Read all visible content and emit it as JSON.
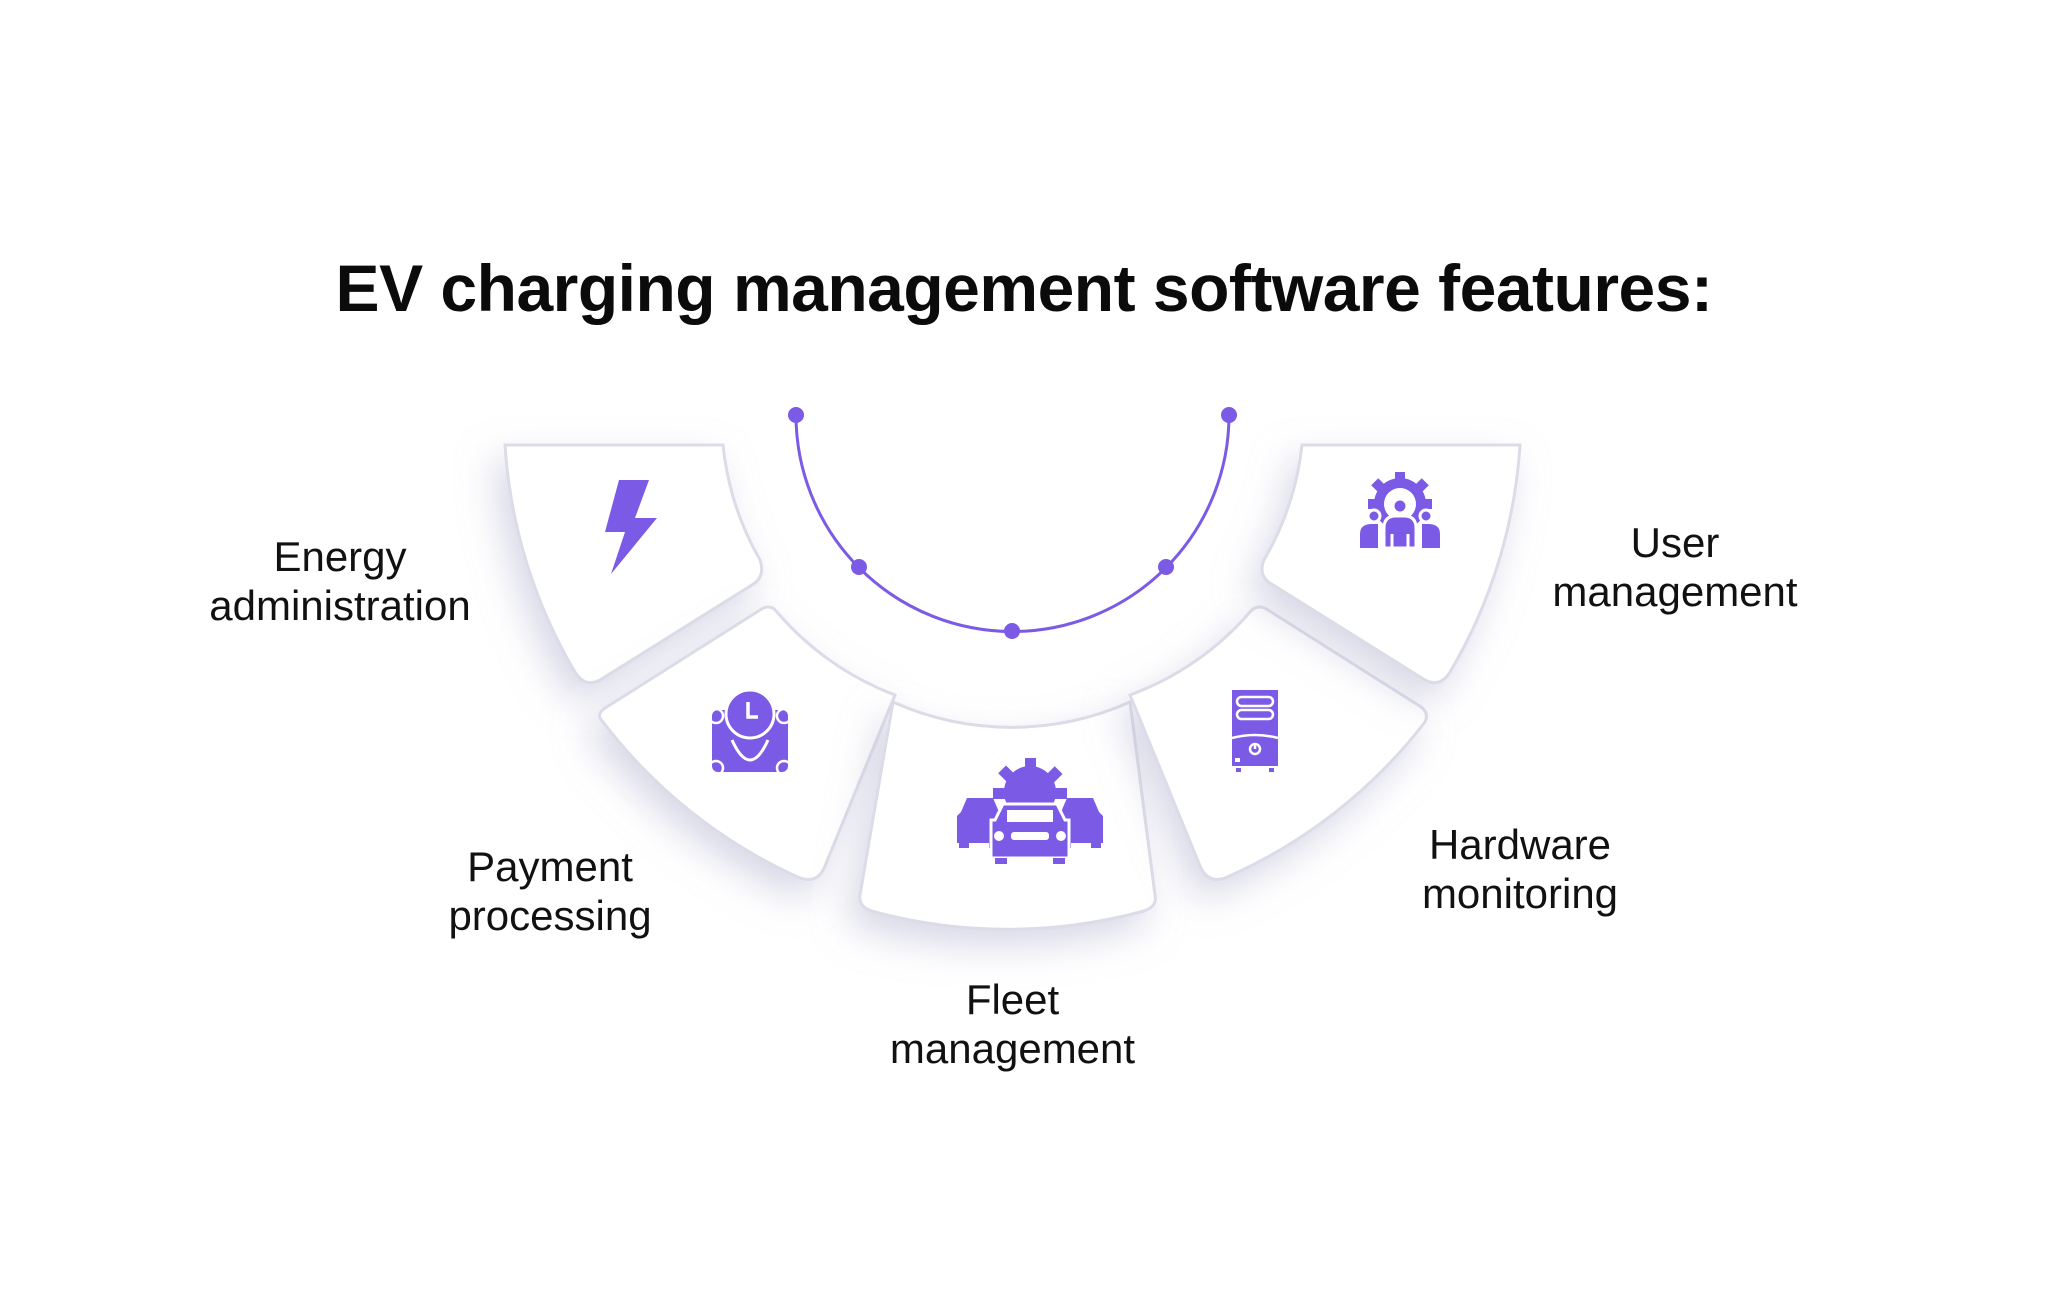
{
  "title": "EV charging management software features:",
  "colors": {
    "accent": "#7B5AE6",
    "card": "#ffffff",
    "card_edge": "#d9d9e6",
    "shadow": "#c9c9dc",
    "text": "#111111"
  },
  "features": [
    {
      "id": "energy",
      "line1": "Energy",
      "line2": "administration",
      "icon": "lightning-bolt-icon"
    },
    {
      "id": "payment",
      "line1": "Payment",
      "line2": "processing",
      "icon": "money-clock-icon"
    },
    {
      "id": "fleet",
      "line1": "Fleet",
      "line2": "management",
      "icon": "cars-gear-icon"
    },
    {
      "id": "hardware",
      "line1": "Hardware",
      "line2": "monitoring",
      "icon": "server-tower-icon"
    },
    {
      "id": "user",
      "line1": "User",
      "line2": "management",
      "icon": "users-gear-icon"
    }
  ],
  "arc": {
    "nodes": 5
  }
}
